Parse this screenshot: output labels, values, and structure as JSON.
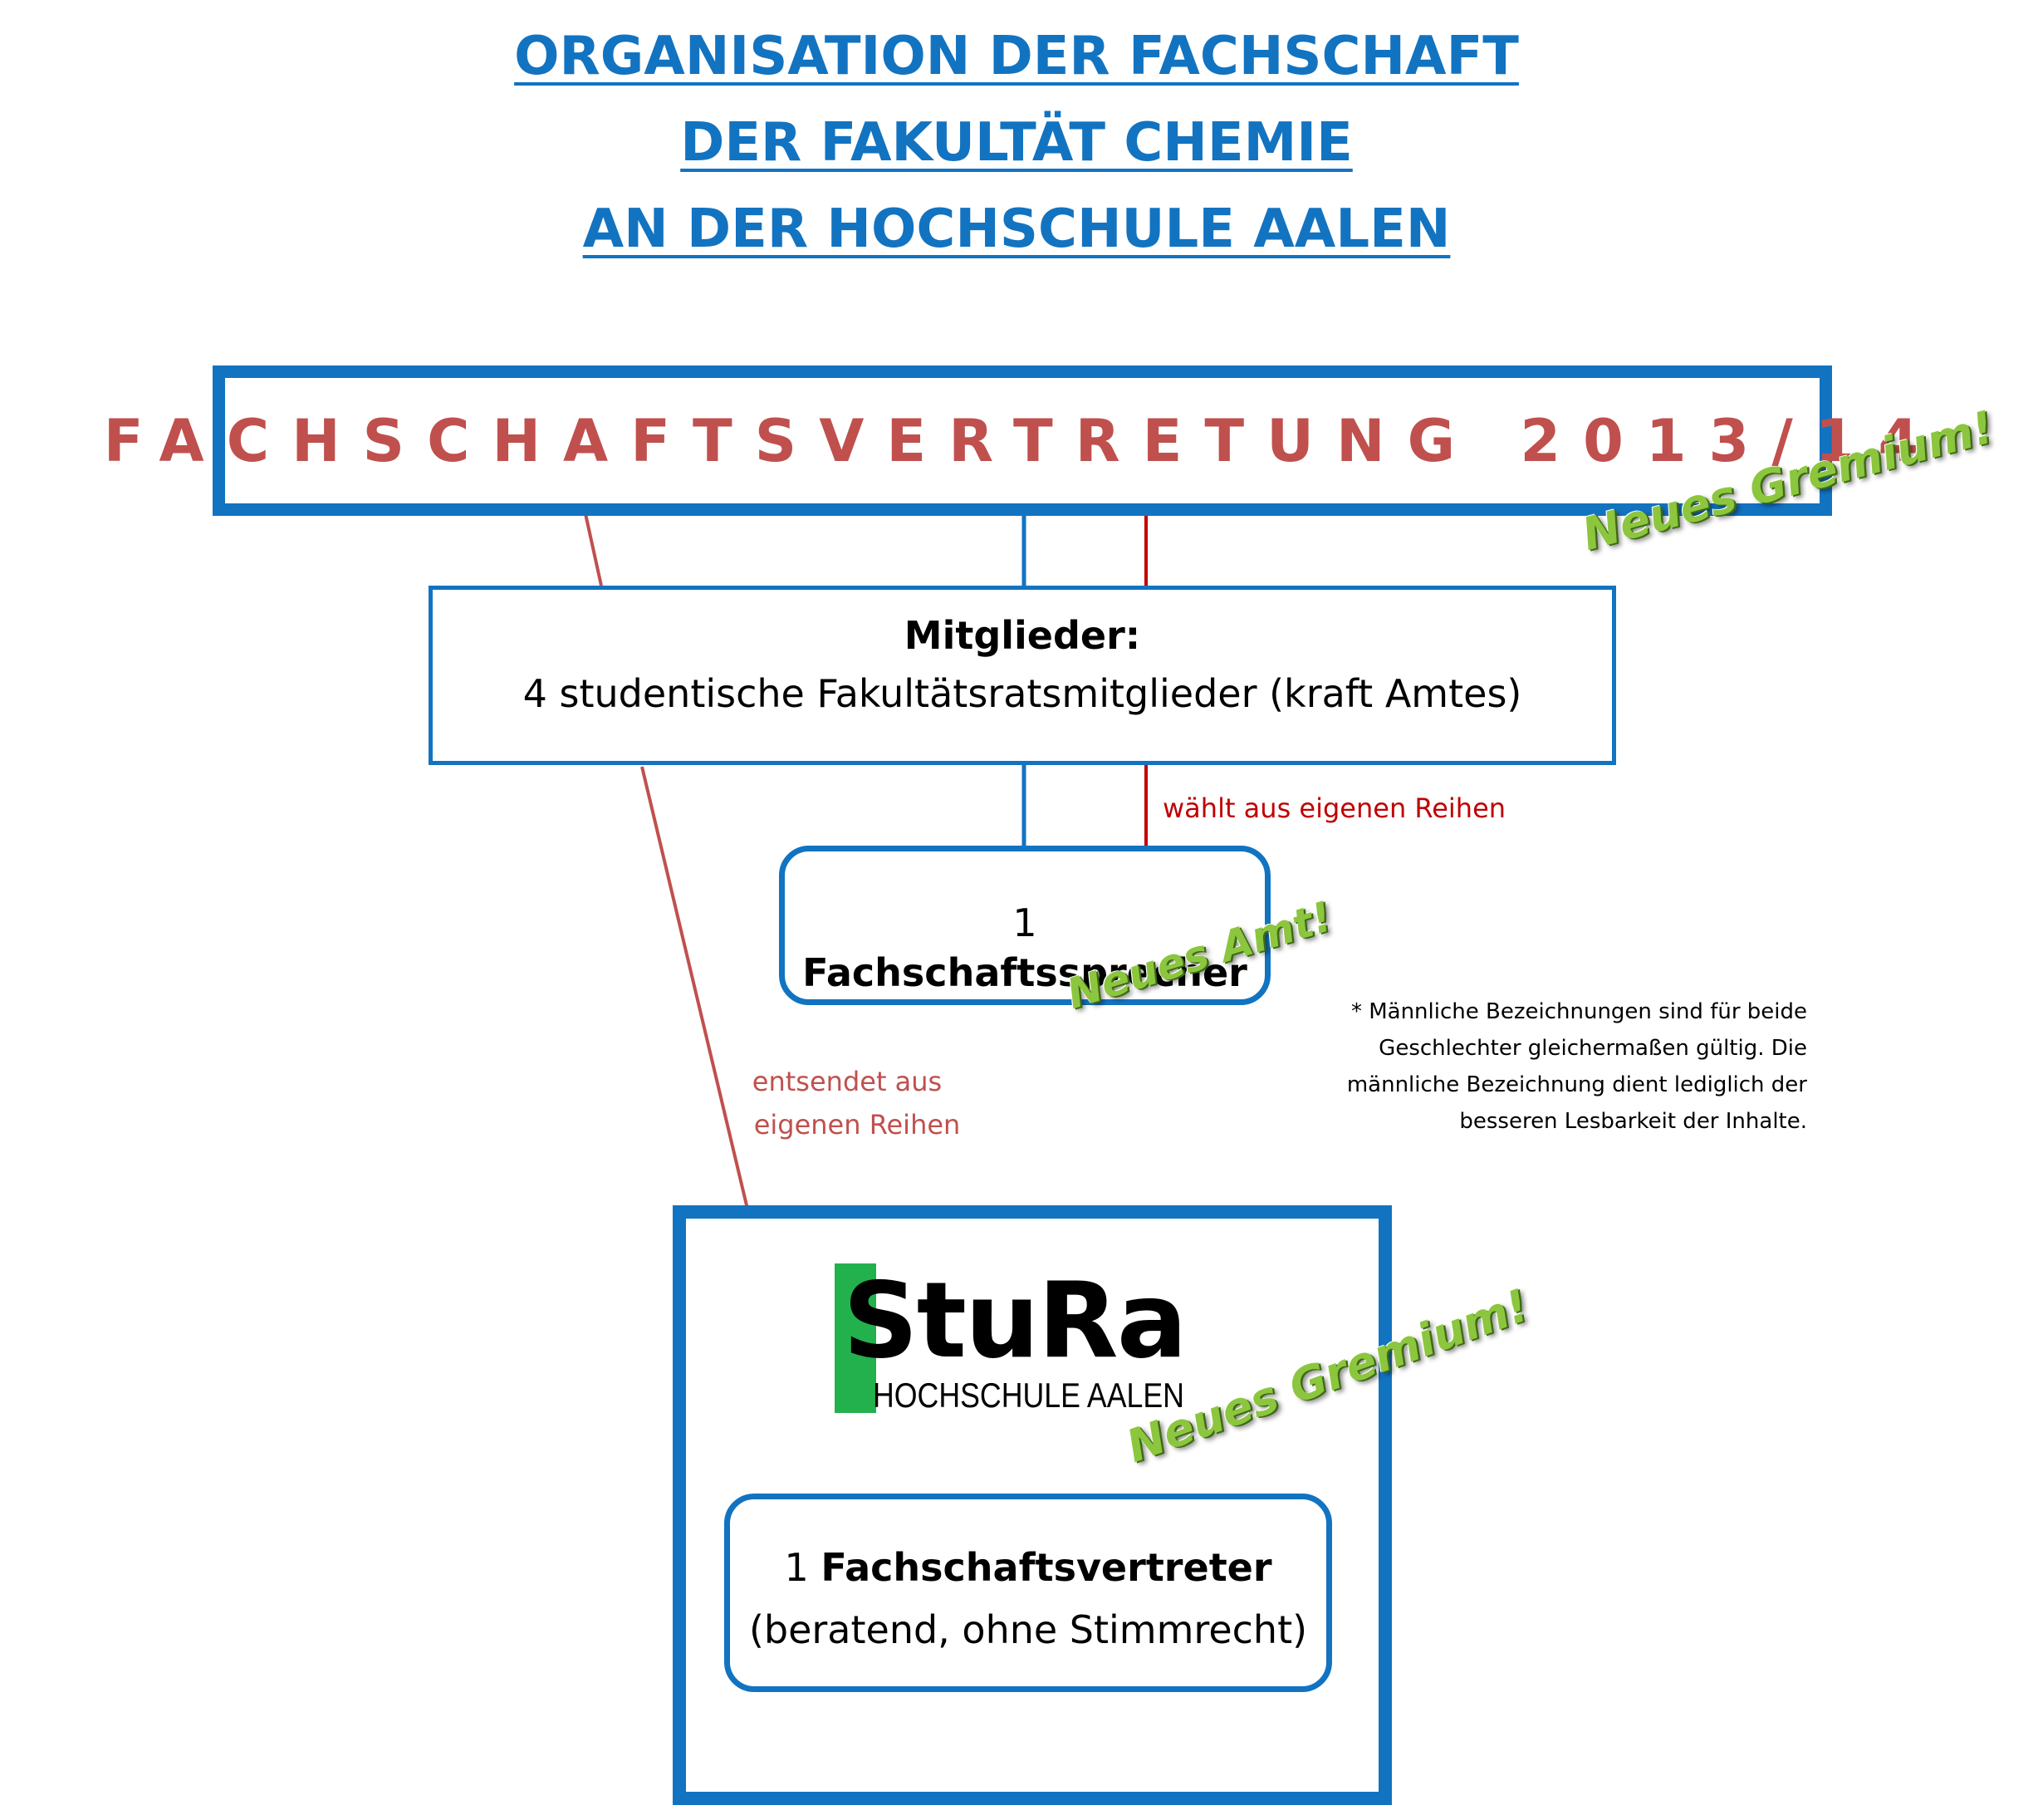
{
  "title": {
    "line1": "ORGANISATION DER FACHSCHAFT",
    "line2": "DER FAKULTÄT CHEMIE",
    "line3": "AN DER HOCHSCHULE AALEN"
  },
  "fachschaftsvertretung": {
    "label": "FACHSCHAFTSVERTRETUNG 2013/14",
    "badge": "Neues Gremium!"
  },
  "members": {
    "title": "Mitglieder:",
    "description": "4 studentische Fakultätsratsmitglieder (kraft Amtes)"
  },
  "edge_labels": {
    "elects": "wählt aus eigenen Reihen",
    "sends_line1": "entsendet aus",
    "sends_line2": "eigenen Reihen"
  },
  "sprecher": {
    "count": "1",
    "role": "Fachschaftssprecher",
    "badge": "Neues Amt!"
  },
  "footnote": {
    "lines": [
      "* Männliche Bezeichnungen sind für beide",
      "Geschlechter gleichermaßen gültig. Die",
      "männliche Bezeichnung dient lediglich der",
      "besseren Lesbarkeit der Inhalte."
    ]
  },
  "stura": {
    "logo_main": "StuRa",
    "logo_sub": "HOCHSCHULE AALEN",
    "badge": "Neues Gremium!"
  },
  "vertreter": {
    "count": "1",
    "role": "Fachschaftsvertreter",
    "note": "(beratend, ohne Stimmrecht)"
  },
  "colors": {
    "blue": "#1273c1",
    "red_text": "#c0504d",
    "dark_red": "#c00000",
    "logo_green": "#22b14c",
    "badge_green": "#8cc63f"
  }
}
